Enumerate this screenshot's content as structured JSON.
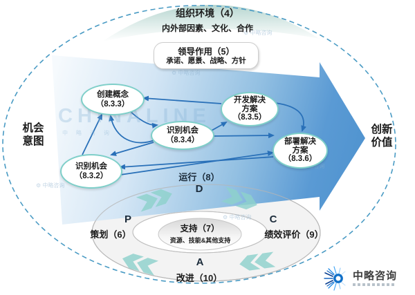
{
  "environment": {
    "title": "组织环境（4）",
    "subtitle": "内外部因素、文化、合作"
  },
  "leadership": {
    "title": "领导作用（5）",
    "subtitle": "承诺、愿景、战略、方针"
  },
  "left_label": {
    "line1": "机会",
    "line2": "意图"
  },
  "right_label": {
    "line1": "创新",
    "line2": "价值"
  },
  "process_nodes": [
    {
      "name": "创建概念",
      "code": "（8.3.3）"
    },
    {
      "name": "识别机会",
      "code": "（8.3.4）"
    },
    {
      "name": "识别机会",
      "code": "（8.3.2）"
    },
    {
      "name": "开发解决",
      "name2": "方案",
      "code": "（8.3.5）"
    },
    {
      "name": "部署解决",
      "name2": "方案",
      "code": "（8.3.6）"
    }
  ],
  "operation": {
    "label": "运行（8）"
  },
  "pdca": {
    "plan_letter": "P",
    "do_letter": "D",
    "check_letter": "C",
    "act_letter": "A",
    "plan": "策划（6）",
    "check": "绩效评价（9）",
    "act": "改进（10）"
  },
  "support": {
    "title": "支持（7）",
    "subtitle": "资源、技能&其他支持"
  },
  "watermark": {
    "brand": "CHINALINE",
    "mark": "中略咨询",
    "gear_icon": "⚙"
  },
  "logo": {
    "name": "中略咨询"
  },
  "colors": {
    "arrow_blue": "#4f93cf",
    "connector_blue": "#2970b8",
    "node_border_teal": "#7ecfc9",
    "chevron_teal": "#8ed2cc",
    "dashed_border": "#4a9bc4",
    "crescent_teal": "#bcd9d4",
    "ring_gray": "#f3f3f3",
    "logo_blue": "#1070c8"
  }
}
